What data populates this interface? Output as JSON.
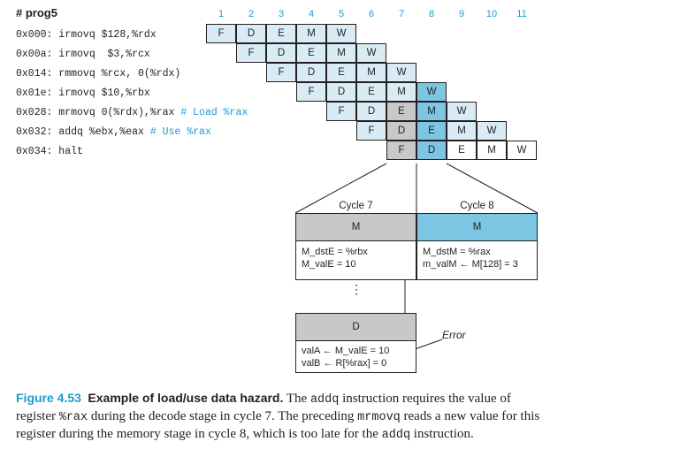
{
  "program": {
    "title": "# prog5",
    "lines": [
      {
        "code": "0x000: irmovq $128,%rdx",
        "comment": ""
      },
      {
        "code": "0x00a: irmovq  $3,%rcx",
        "comment": ""
      },
      {
        "code": "0x014: rmmovq %rcx, 0(%rdx)",
        "comment": ""
      },
      {
        "code": "0x01e: irmovq $10,%rbx",
        "comment": ""
      },
      {
        "code": "0x028: mrmovq 0(%rdx),%rax ",
        "comment": "# Load %rax"
      },
      {
        "code": "0x032: addq %ebx,%eax ",
        "comment": "# Use %rax"
      },
      {
        "code": "0x034: halt",
        "comment": ""
      }
    ]
  },
  "cycles": [
    "1",
    "2",
    "3",
    "4",
    "5",
    "6",
    "7",
    "8",
    "9",
    "10",
    "11"
  ],
  "pipeline_rows": [
    {
      "start": 1,
      "stages": [
        "F",
        "D",
        "E",
        "M",
        "W"
      ]
    },
    {
      "start": 2,
      "stages": [
        "F",
        "D",
        "E",
        "M",
        "W"
      ]
    },
    {
      "start": 3,
      "stages": [
        "F",
        "D",
        "E",
        "M",
        "W"
      ]
    },
    {
      "start": 4,
      "stages": [
        "F",
        "D",
        "E",
        "M",
        "W"
      ]
    },
    {
      "start": 5,
      "stages": [
        "F",
        "D",
        "E",
        "M",
        "W"
      ]
    },
    {
      "start": 6,
      "stages": [
        "F",
        "D",
        "E",
        "M",
        "W"
      ]
    },
    {
      "start": 7,
      "stages": [
        "F",
        "D",
        "E",
        "M",
        "W"
      ]
    }
  ],
  "highlight": {
    "gray_cycle": 7,
    "blue_cycle": 8
  },
  "detail": {
    "cycle7": {
      "title": "Cycle 7",
      "stage": "M",
      "lines": [
        "M_dstE = %rbx",
        "M_valE = 10"
      ],
      "dots": "⋮"
    },
    "cycle8": {
      "title": "Cycle 8",
      "stage": "M",
      "lines": [
        "M_dstM = %rax",
        "m_valM ← M[128] = 3"
      ]
    },
    "decode": {
      "stage": "D",
      "lines": [
        "valA ← M_valE = 10",
        "valB ← R[%rax] = 0"
      ]
    },
    "error_label": "Error"
  },
  "caption": {
    "label": "Figure 4.53",
    "title": "Example of load/use data hazard.",
    "text_parts": [
      " The ",
      "addq",
      " instruction requires the value of register ",
      "%rax",
      " during the decode stage in cycle 7. The preceding ",
      "mrmovq",
      " reads a new value for this register during the memory stage in cycle 8, which is too late for the ",
      "addq",
      " instruction."
    ]
  },
  "colors": {
    "accent": "#1b9bd1",
    "stage_fill": "#d9ecf6",
    "gray_fill": "#c8c8c8",
    "blue_fill": "#7cc6e4",
    "header_blue": "#7cc6e4"
  }
}
